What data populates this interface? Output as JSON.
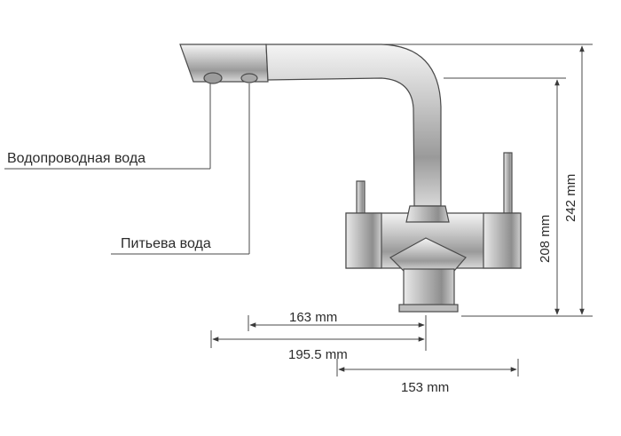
{
  "labels": {
    "tap_water": "Водопроводная вода",
    "drinking_water": "Питьева вода"
  },
  "dimensions": {
    "d163": "163 mm",
    "d195": "195.5 mm",
    "d153": "153 mm",
    "d208": "208 mm",
    "d242": "242 mm"
  }
}
